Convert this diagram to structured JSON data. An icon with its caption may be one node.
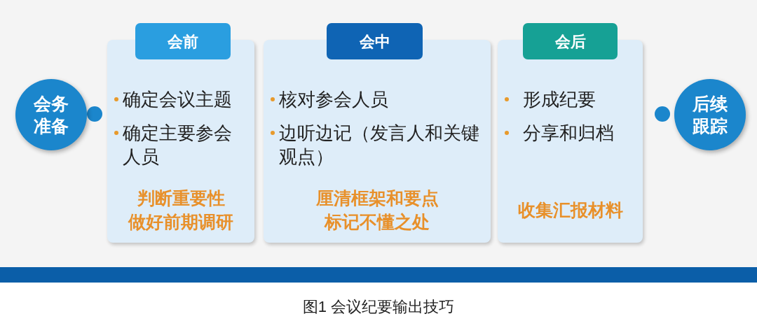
{
  "diagram": {
    "caption": "图1 会议纪要输出技巧",
    "nodes": [
      {
        "text": [
          "会务准备"
        ]
      },
      {
        "text": [
          "会前"
        ]
      },
      {
        "text": [
          "确定会议主题",
          "确定主要参会人员",
          "判断重要性",
          "做好前期调研"
        ]
      },
      {
        "text": [
          "会中"
        ]
      },
      {
        "text": [
          "核对参会人员",
          "边听边记（发言人和关键观点）",
          "厘清框架和要点",
          "标记不懂之处"
        ]
      },
      {
        "text": [
          "会后"
        ]
      },
      {
        "text": [
          "形成纪要",
          "分享和归档",
          "收集汇报材料"
        ]
      },
      {
        "text": [
          "后续跟踪"
        ]
      },
      {
        "text": [],
        "shape": "bar"
      }
    ]
  }
}
